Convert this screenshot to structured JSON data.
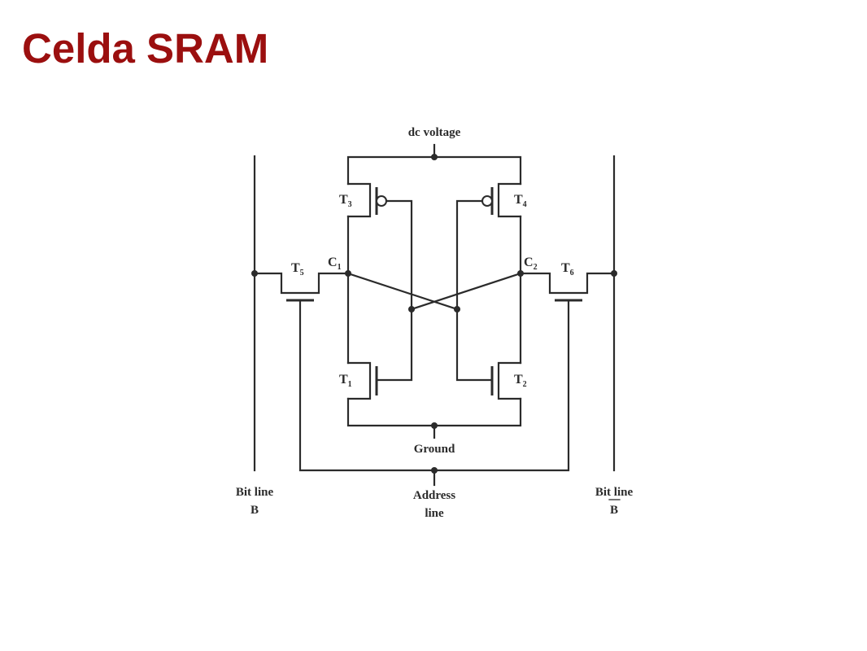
{
  "slide": {
    "title": "Celda SRAM"
  },
  "diagram": {
    "supply_label": "dc voltage",
    "ground_label": "Ground",
    "address_label_line1": "Address",
    "address_label_line2": "line",
    "bitline_left_line1": "Bit line",
    "bitline_left_line2": "B",
    "bitline_right_line1": "Bit line",
    "bitline_right_line2": "B",
    "transistors": {
      "t3": {
        "letter": "T",
        "sub": "3"
      },
      "t4": {
        "letter": "T",
        "sub": "4"
      },
      "t1": {
        "letter": "T",
        "sub": "1"
      },
      "t2": {
        "letter": "T",
        "sub": "2"
      },
      "t5": {
        "letter": "T",
        "sub": "5"
      },
      "t6": {
        "letter": "T",
        "sub": "6"
      }
    },
    "nodes": {
      "c1": {
        "letter": "C",
        "sub": "1"
      },
      "c2": {
        "letter": "C",
        "sub": "2"
      }
    }
  }
}
